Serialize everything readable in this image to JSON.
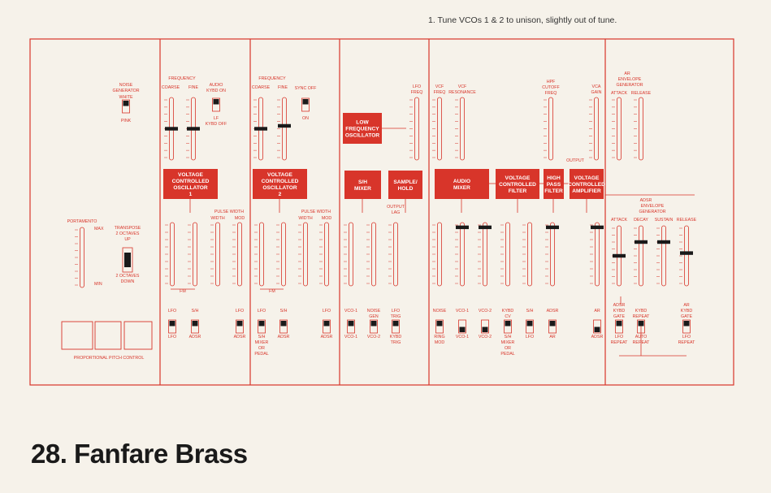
{
  "note": "1. Tune VCOs 1 & 2 to unison, slightly out of tune.",
  "patch_title": "28. Fanfare Brass",
  "colors": {
    "ink": "#d8352a",
    "paper": "#f6f2ea",
    "cap": "#1a1a1a"
  },
  "labels": {
    "noise_gen_1": "NOISE",
    "noise_gen_2": "GENERATOR",
    "white": "WHITE",
    "pink": "PINK",
    "portamento": "PORTAMENTO",
    "max": "MAX",
    "min": "MIN",
    "transpose": "TRANSPOSE",
    "up_1": "2 OCTAVES",
    "up_2": "UP",
    "down_1": "2 OCTAVES",
    "down_2": "DOWN",
    "ppc": "PROPORTIONAL PITCH CONTROL",
    "frequency": "FREQUENCY",
    "coarse": "COARSE",
    "fine": "FINE",
    "audio": "AUDIO",
    "kybd_on": "KYBD ON",
    "lf": "LF",
    "kybd_off": "KYBD OFF",
    "sync_off": "SYNC OFF",
    "on": "ON",
    "pulse_width": "PULSE WIDTH",
    "width": "WIDTH",
    "mod": "MOD",
    "fm": "FM",
    "lfo": "LFO",
    "sh": "S/H",
    "adsr": "ADSR",
    "smp_1": "S/H",
    "smp_2": "MIXER",
    "smp_3": "OR",
    "smp_4": "PEDAL",
    "lfo_freq_1": "LFO",
    "lfo_freq_2": "FREQ",
    "output_lag_1": "OUTPUT",
    "output_lag_2": "LAG",
    "vco1": "VCO-1",
    "vco2": "VCO-2",
    "noise": "NOISE",
    "gen": "GEN",
    "kybd": "KYBD",
    "trig": "TRIG",
    "vcf": "VCF",
    "freq": "FREQ",
    "resonance": "RESONANCE",
    "hpf_1": "HPF",
    "hpf_2": "CUTOFF",
    "hpf_3": "FREQ",
    "vca": "VCA",
    "gain": "GAIN",
    "output": "OUTPUT",
    "ring": "RING",
    "ring_mod": "MOD",
    "cv": "CV",
    "ar": "AR",
    "ar_env_1": "AR",
    "ar_env_2": "ENVELOPE",
    "ar_env_3": "GENERATOR",
    "attack": "ATTACK",
    "release": "RELEASE",
    "adsr_env_1": "ADSR",
    "adsr_env_2": "ENVELOPE",
    "adsr_env_3": "GENERATOR",
    "decay": "DECAY",
    "sustain": "SUSTAIN",
    "kybd_gate_1": "KYBD",
    "kybd_gate_2": "GATE",
    "kybd_rep_1": "KYBD",
    "kybd_rep_2": "REPEAT",
    "lfo_rep_1": "LFO",
    "lfo_rep_2": "REPEAT",
    "auto_rep_1": "AUTO",
    "auto_rep_2": "REPEAT"
  },
  "blocks": {
    "vco1": [
      "VOLTAGE",
      "CONTROLLED",
      "OSCILLATOR",
      "1"
    ],
    "vco2": [
      "VOLTAGE",
      "CONTROLLED",
      "OSCILLATOR",
      "2"
    ],
    "lfo": [
      "LOW",
      "FREQUENCY",
      "OSCILLATOR"
    ],
    "sh": [
      "S/H",
      "MIXER"
    ],
    "sample": [
      "SAMPLE/",
      "HOLD"
    ],
    "mixer": [
      "AUDIO",
      "MIXER"
    ],
    "vcf": [
      "VOLTAGE",
      "CONTROLLED",
      "FILTER"
    ],
    "hpf": [
      "HIGH",
      "PASS",
      "FILTER"
    ],
    "vca": [
      "VOLTAGE",
      "CONTROLLED",
      "AMPLIFIER"
    ]
  }
}
